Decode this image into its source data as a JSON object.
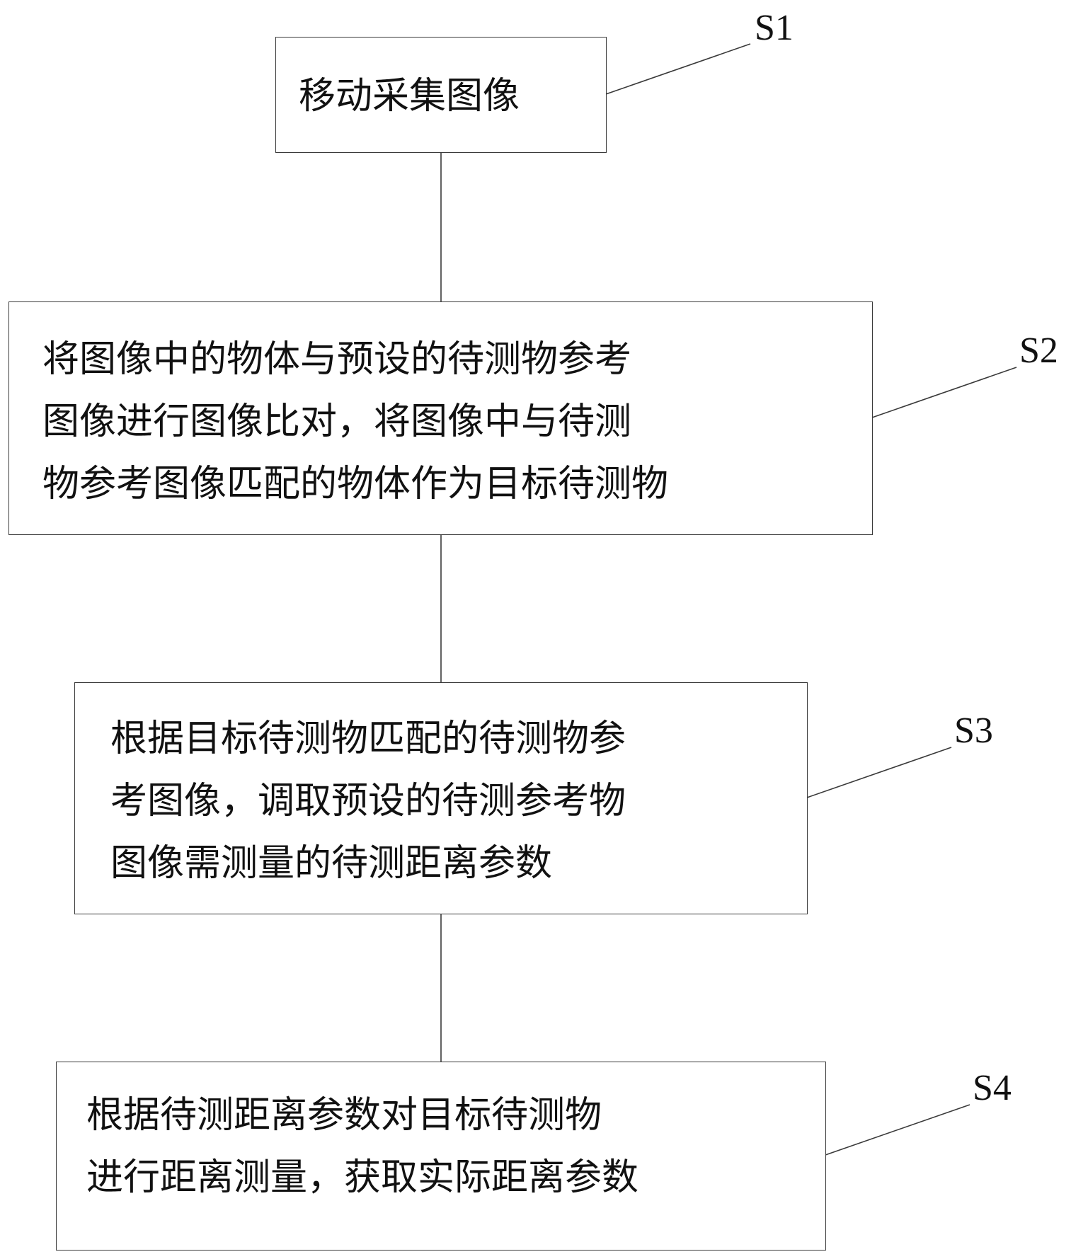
{
  "steps": [
    {
      "label": "S1",
      "text": "移动采集图像"
    },
    {
      "label": "S2",
      "text": "将图像中的物体与预设的待测物参考\n图像进行图像比对，将图像中与待测\n物参考图像匹配的物体作为目标待测物"
    },
    {
      "label": "S3",
      "text": "根据目标待测物匹配的待测物参\n考图像，调取预设的待测参考物\n图像需测量的待测距离参数"
    },
    {
      "label": "S4",
      "text": "根据待测距离参数对目标待测物\n进行距离测量，获取实际距离参数"
    }
  ]
}
